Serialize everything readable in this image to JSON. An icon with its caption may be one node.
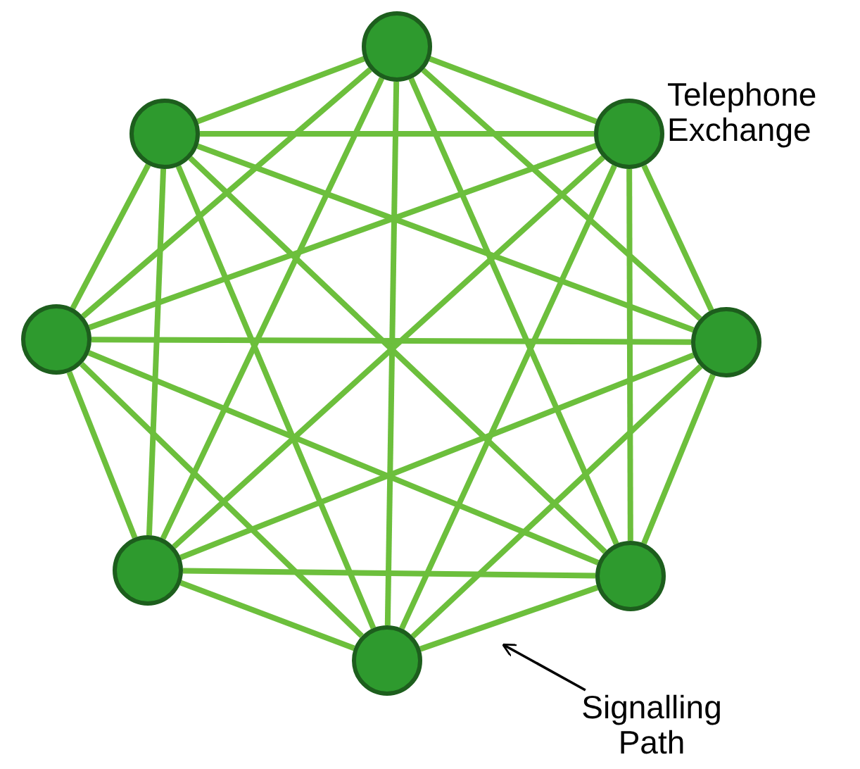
{
  "diagram": {
    "nodes": [
      {
        "text": [],
        "shape": "circle"
      },
      {
        "text": [],
        "shape": "circle"
      },
      {
        "text": [],
        "shape": "circle",
        "beside": [
          "Telephone Exchange"
        ]
      },
      {
        "text": [],
        "shape": "circle"
      },
      {
        "text": [],
        "shape": "circle"
      },
      {
        "text": [],
        "shape": "circle"
      },
      {
        "text": [],
        "shape": "circle"
      },
      {
        "text": [],
        "shape": "circle"
      },
      {
        "text": [
          "Signalling Path"
        ]
      }
    ],
    "edges": [
      {
        "from": 0,
        "to": 1,
        "arrow": "none"
      },
      {
        "from": 0,
        "to": 2,
        "arrow": "none"
      },
      {
        "from": 0,
        "to": 3,
        "arrow": "none"
      },
      {
        "from": 0,
        "to": 4,
        "arrow": "none"
      },
      {
        "from": 0,
        "to": 5,
        "arrow": "none"
      },
      {
        "from": 0,
        "to": 6,
        "arrow": "none"
      },
      {
        "from": 0,
        "to": 7,
        "arrow": "none"
      },
      {
        "from": 1,
        "to": 2,
        "arrow": "none"
      },
      {
        "from": 1,
        "to": 3,
        "arrow": "none"
      },
      {
        "from": 1,
        "to": 4,
        "arrow": "none"
      },
      {
        "from": 1,
        "to": 5,
        "arrow": "none"
      },
      {
        "from": 1,
        "to": 6,
        "arrow": "none"
      },
      {
        "from": 1,
        "to": 7,
        "arrow": "none"
      },
      {
        "from": 2,
        "to": 3,
        "arrow": "none"
      },
      {
        "from": 2,
        "to": 4,
        "arrow": "none"
      },
      {
        "from": 2,
        "to": 5,
        "arrow": "none"
      },
      {
        "from": 2,
        "to": 6,
        "arrow": "none"
      },
      {
        "from": 2,
        "to": 7,
        "arrow": "none"
      },
      {
        "from": 3,
        "to": 4,
        "arrow": "none"
      },
      {
        "from": 3,
        "to": 5,
        "arrow": "none"
      },
      {
        "from": 3,
        "to": 6,
        "arrow": "none"
      },
      {
        "from": 3,
        "to": 7,
        "arrow": "none"
      },
      {
        "from": 4,
        "to": 5,
        "arrow": "none"
      },
      {
        "from": 4,
        "to": 6,
        "arrow": "none"
      },
      {
        "from": 4,
        "to": 7,
        "arrow": "none"
      },
      {
        "from": 5,
        "to": 6,
        "arrow": "none"
      },
      {
        "from": 5,
        "to": 7,
        "arrow": "none"
      },
      {
        "from": 6,
        "to": 7,
        "arrow": "none"
      },
      {
        "from": 8,
        "to": null,
        "arrow": "to",
        "color": "#000000"
      }
    ]
  }
}
